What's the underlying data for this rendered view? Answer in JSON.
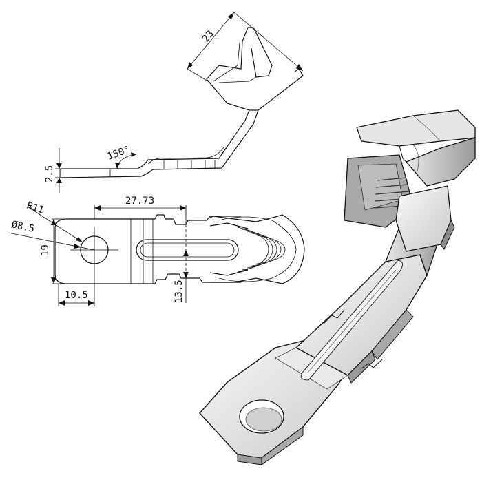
{
  "dimensions": {
    "height_23": "23",
    "thickness": "2.5",
    "bend_angle": "150°",
    "length": "27.73",
    "radius": "R11",
    "hole_diameter": "Ø8.5",
    "width": "19",
    "tab_offset": "10.5",
    "slot_offset": "13.5"
  },
  "colors": {
    "line": "#111111",
    "shade_light": "#f2f2f2",
    "shade_mid": "#cfcfcf",
    "shade_dark": "#8a8a8a"
  }
}
